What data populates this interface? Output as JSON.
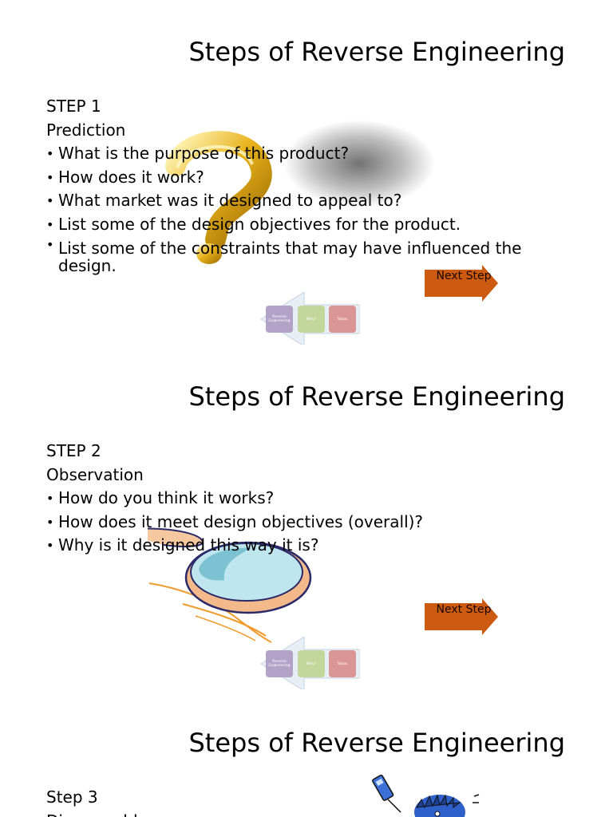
{
  "colors": {
    "next_arrow": "#cc5a10",
    "crumb_purple": "#b3a2c7",
    "crumb_green": "#c3d69b",
    "crumb_red": "#da9694"
  },
  "slides": [
    {
      "title": "Steps of Reverse Engineering",
      "step_label": "STEP 1",
      "step_name": "Prediction",
      "bullets": [
        "What is the purpose of this product?",
        "How does it work?",
        "What market was it designed to appeal to?",
        "List some of the design objectives for the product.",
        "List some of the constraints that may have influenced the design."
      ],
      "next_label": "Next Step",
      "breadcrumbs": [
        "Reverse Engineering",
        "Why?",
        "Steps"
      ],
      "illustration": "question-mark"
    },
    {
      "title": "Steps of Reverse Engineering",
      "step_label": "STEP 2",
      "step_name": "Observation",
      "bullets": [
        "How do you think it works?",
        "How does it meet design objectives (overall)?",
        "Why is it designed this way it is?"
      ],
      "next_label": "Next Step",
      "breadcrumbs": [
        "Reverse Engineering",
        "Why?",
        "Steps"
      ],
      "illustration": "magnifying-glass"
    },
    {
      "title": "Steps of Reverse Engineering",
      "step_label": "Step 3",
      "step_name": "Disassemble",
      "illustration": "cartoon-figure"
    }
  ]
}
